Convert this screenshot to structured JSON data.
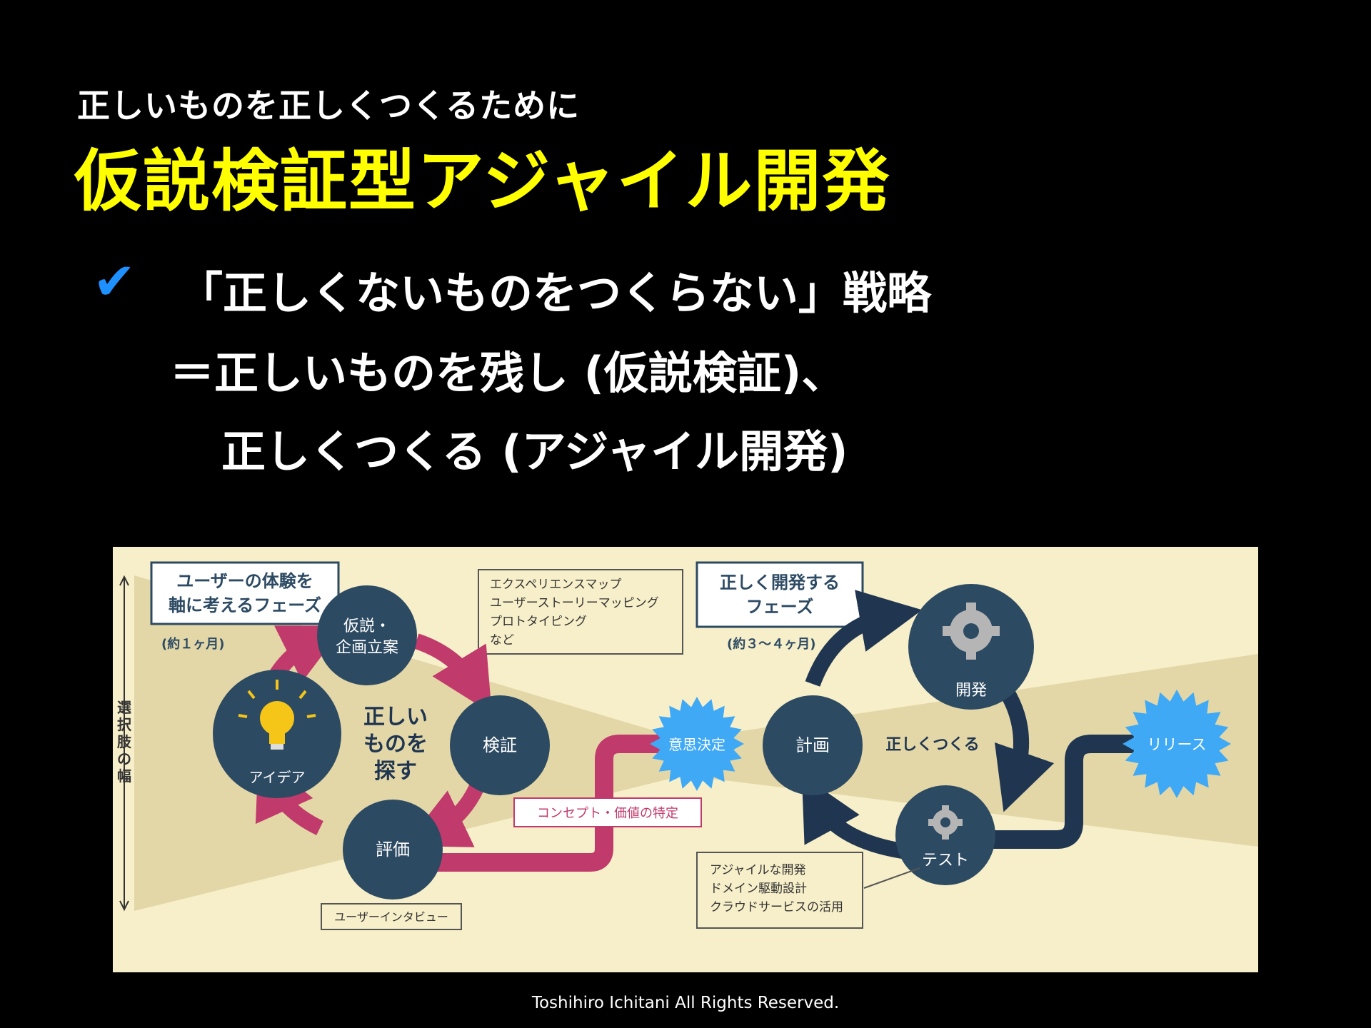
{
  "slide": {
    "subtitle": "正しいものを正しくつくるために",
    "title": "仮説検証型アジャイル開発",
    "bullet_line1": "「正しくないものをつくらない」戦略",
    "bullet_line2": "＝正しいものを残し (仮説検証)、",
    "bullet_line3": "正しくつくる (アジャイル開発)",
    "footer": "Toshihiro Ichitani All Rights Reserved."
  },
  "diagram": {
    "phase1_label_line1": "ユーザーの体験を",
    "phase1_label_line2": "軸に考えるフェーズ",
    "phase1_duration": "(約１ヶ月)",
    "phase2_label_line1": "正しく開発する",
    "phase2_label_line2": "フェーズ",
    "phase2_duration": "(約３〜４ヶ月)",
    "axis_label": [
      "選",
      "択",
      "肢",
      "の",
      "幅"
    ],
    "tools1": [
      "エクスペリエンスマップ",
      "ユーザーストーリーマッピング",
      "プロトタイピング",
      "など"
    ],
    "tools2": [
      "アジャイルな開発",
      "ドメイン駆動設計",
      "クラウドサービスの活用"
    ],
    "hypothesis_line1": "仮説・",
    "hypothesis_line2": "企画立案",
    "validation": "検証",
    "evaluation": "評価",
    "idea": "アイデア",
    "center1_line1": "正しい",
    "center1_line2": "ものを",
    "center1_line3": "探す",
    "interview": "ユーザーインタビュー",
    "concept": "コンセプト・価値の特定",
    "decision": "意思決定",
    "plan": "計画",
    "center2": "正しくつくる",
    "develop": "開発",
    "test": "テスト",
    "release": "リリース",
    "colors": {
      "background": "#f7efc9",
      "funnel": "#e3d7a8",
      "circle": "#2d4a63",
      "cycle1_arrow": "#c03a6b",
      "cycle2_arrow": "#1f3550",
      "starburst": "#3fa9f5"
    }
  }
}
